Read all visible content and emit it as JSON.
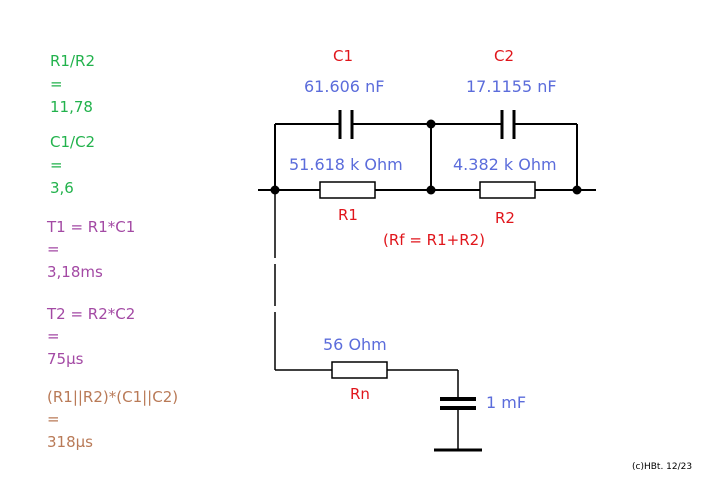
{
  "formulas": {
    "ratio_r": [
      "R1/R2",
      "=",
      "11,78"
    ],
    "ratio_c": [
      "C1/C2",
      "=",
      "3,6"
    ],
    "t1": [
      "T1 = R1*C1",
      "=",
      "3,18ms"
    ],
    "t2": [
      "T2 = R2*C2",
      "=",
      "75µs"
    ],
    "tp": [
      "(R1||R2)*(C1||C2)",
      "=",
      "318µs"
    ]
  },
  "components": {
    "c1": {
      "name": "C1",
      "value": "61.606 nF"
    },
    "c2": {
      "name": "C2",
      "value": "17.1155 nF"
    },
    "r1": {
      "name": "R1",
      "value": "51.618 k Ohm"
    },
    "r2": {
      "name": "R2",
      "value": "4.382 k Ohm"
    },
    "rf_note": "(Rf = R1+R2)",
    "rn": {
      "name": "Rn",
      "value": "56  Ohm"
    },
    "cn": {
      "value": "1 mF"
    }
  },
  "copyright": "(c)HBt. 12/23",
  "colors": {
    "formula_ratio": "#22b24c",
    "formula_time": "#a349a4",
    "formula_parallel": "#b97a57",
    "component_name": "#e0151b",
    "component_value": "#5b6cdb",
    "wire": "#000000"
  }
}
